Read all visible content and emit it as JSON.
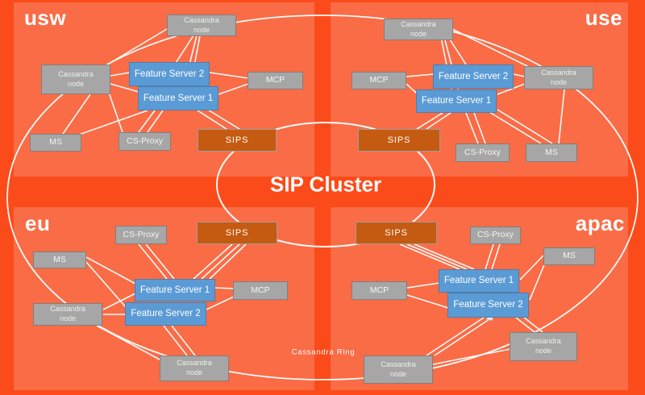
{
  "center_label": "SIP Cluster",
  "ring_label": "Cassandra Ring",
  "colors": {
    "background": "#FC4B1A",
    "panel": "#F96C46",
    "node_gray": "#A6A6A6",
    "node_blue": "#5B9BD5",
    "node_sips_orange": "#C55A11",
    "connector_white": "#FFFFFF"
  },
  "regions": [
    {
      "id": "usw",
      "label": "usw",
      "nodes": [
        {
          "id": "cassandra-node-top",
          "label": "Cassandra\nnode"
        },
        {
          "id": "cassandra-node-left",
          "label": "Cassandra\nnode"
        },
        {
          "id": "feature-server-2",
          "label": "Feature Server 2"
        },
        {
          "id": "feature-server-1",
          "label": "Feature Server 1"
        },
        {
          "id": "mcp",
          "label": "MCP"
        },
        {
          "id": "ms",
          "label": "MS"
        },
        {
          "id": "cs-proxy",
          "label": "CS-Proxy"
        },
        {
          "id": "sips",
          "label": "SIPS"
        }
      ]
    },
    {
      "id": "use",
      "label": "use",
      "nodes": [
        {
          "id": "cassandra-node-top",
          "label": "Cassandra\nnode"
        },
        {
          "id": "mcp",
          "label": "MCP"
        },
        {
          "id": "feature-server-2",
          "label": "Feature Server 2"
        },
        {
          "id": "feature-server-1",
          "label": "Feature Server 1"
        },
        {
          "id": "cassandra-node-right",
          "label": "Cassandra\nnode"
        },
        {
          "id": "sips",
          "label": "SIPS"
        },
        {
          "id": "cs-proxy",
          "label": "CS-Proxy"
        },
        {
          "id": "ms",
          "label": "MS"
        }
      ]
    },
    {
      "id": "eu",
      "label": "eu",
      "nodes": [
        {
          "id": "cs-proxy",
          "label": "CS-Proxy"
        },
        {
          "id": "sips",
          "label": "SIPS"
        },
        {
          "id": "ms",
          "label": "MS"
        },
        {
          "id": "feature-server-1",
          "label": "Feature Server 1"
        },
        {
          "id": "mcp",
          "label": "MCP"
        },
        {
          "id": "cassandra-node-left",
          "label": "Cassandra\nnode"
        },
        {
          "id": "feature-server-2",
          "label": "Feature Server 2"
        },
        {
          "id": "cassandra-node-bottom",
          "label": "Cassandra\nnode"
        }
      ]
    },
    {
      "id": "apac",
      "label": "apac",
      "nodes": [
        {
          "id": "sips",
          "label": "SIPS"
        },
        {
          "id": "cs-proxy",
          "label": "CS-Proxy"
        },
        {
          "id": "ms",
          "label": "MS"
        },
        {
          "id": "feature-server-1",
          "label": "Feature Server 1"
        },
        {
          "id": "mcp",
          "label": "MCP"
        },
        {
          "id": "feature-server-2",
          "label": "Feature Server 2"
        },
        {
          "id": "cassandra-node-right",
          "label": "Cassandra\nnode"
        },
        {
          "id": "cassandra-node-bottom",
          "label": "Cassandra\nnode"
        }
      ]
    }
  ]
}
